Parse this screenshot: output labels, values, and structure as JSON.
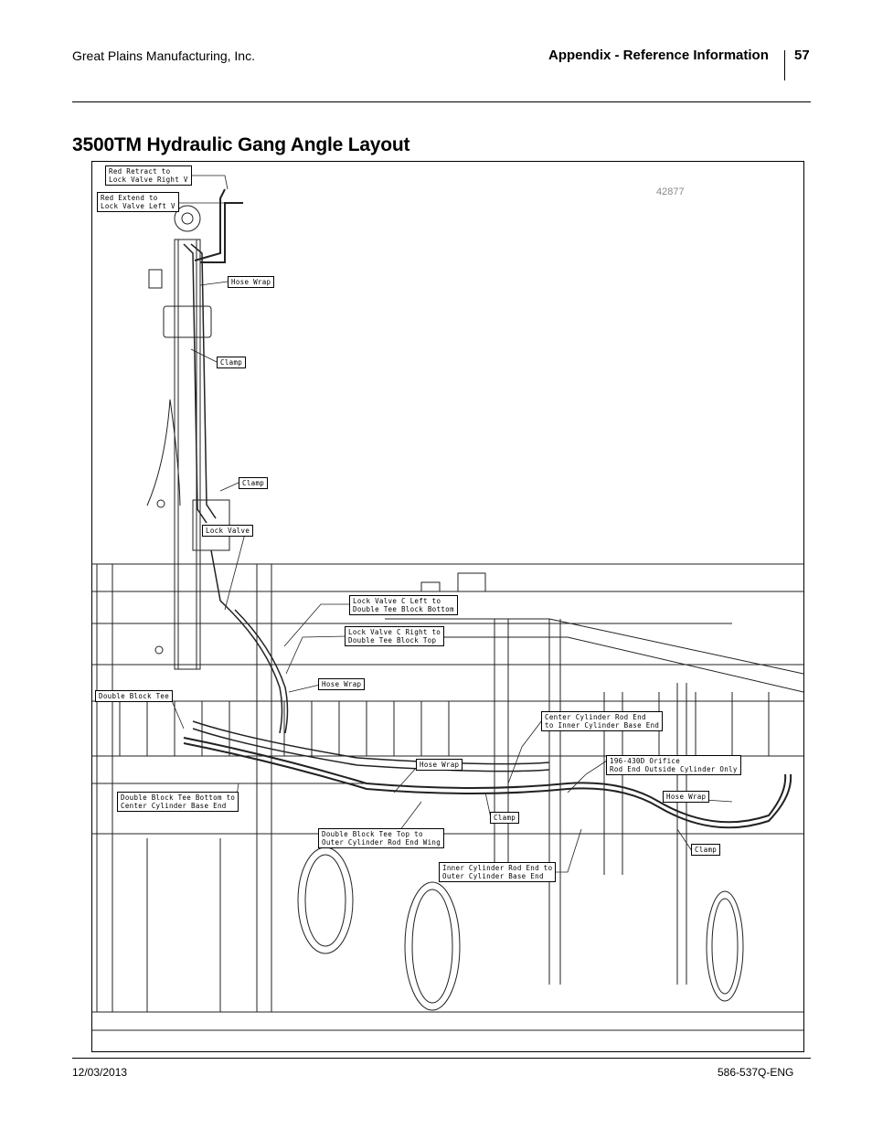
{
  "header": {
    "company": "Great Plains Manufacturing, Inc.",
    "section": "Appendix - Reference Information",
    "page_number": "57"
  },
  "title": "3500TM Hydraulic Gang Angle Layout",
  "figure": {
    "figure_number": "42877",
    "callouts": [
      {
        "id": "red-retract",
        "lines": [
          "Red Retract to",
          "Lock Valve Right V"
        ]
      },
      {
        "id": "red-extend",
        "lines": [
          "Red Extend to",
          "Lock Valve Left V"
        ]
      },
      {
        "id": "hose-wrap-1",
        "lines": [
          "Hose Wrap"
        ]
      },
      {
        "id": "clamp-1",
        "lines": [
          "Clamp"
        ]
      },
      {
        "id": "clamp-2",
        "lines": [
          "Clamp"
        ]
      },
      {
        "id": "lock-valve",
        "lines": [
          "Lock Valve"
        ]
      },
      {
        "id": "lvc-left",
        "lines": [
          "Lock Valve C Left to",
          "Double Tee Block Bottom"
        ]
      },
      {
        "id": "lvc-right",
        "lines": [
          "Lock Valve C Right to",
          "Double Tee Block Top"
        ]
      },
      {
        "id": "hose-wrap-2",
        "lines": [
          "Hose Wrap"
        ]
      },
      {
        "id": "double-block-tee",
        "lines": [
          "Double Block Tee"
        ]
      },
      {
        "id": "center-rod",
        "lines": [
          "Center Cylinder Rod End",
          "to Inner Cylinder Base End"
        ]
      },
      {
        "id": "hose-wrap-3",
        "lines": [
          "Hose Wrap"
        ]
      },
      {
        "id": "orifice",
        "lines": [
          "196-430D Orifice",
          "Rod End Outside Cylinder Only"
        ]
      },
      {
        "id": "dbt-bottom",
        "lines": [
          "Double Block Tee Bottom to",
          "Center Cylinder Base End"
        ]
      },
      {
        "id": "hose-wrap-4",
        "lines": [
          "Hose Wrap"
        ]
      },
      {
        "id": "clamp-3",
        "lines": [
          "Clamp"
        ]
      },
      {
        "id": "dbt-top",
        "lines": [
          "Double Block Tee Top to",
          "Outer Cylinder Rod End Wing"
        ]
      },
      {
        "id": "clamp-4",
        "lines": [
          "Clamp"
        ]
      },
      {
        "id": "inner-rod",
        "lines": [
          "Inner Cylinder Rod End to",
          "Outer Cylinder Base End"
        ]
      }
    ]
  },
  "footer": {
    "date": "12/03/2013",
    "doc_number": "586-537Q-ENG"
  }
}
